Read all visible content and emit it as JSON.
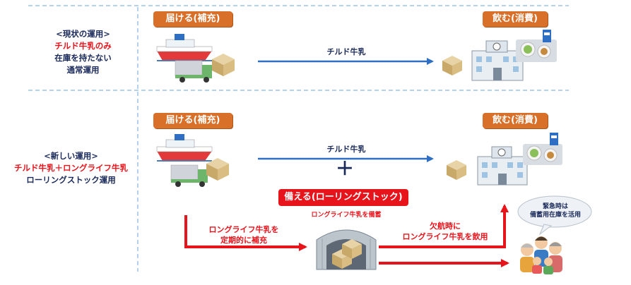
{
  "rows": {
    "current": {
      "line1": "<現状の運用>",
      "line2": "チルド牛乳のみ",
      "line3": "在庫を持たない",
      "line4": "通常運用"
    },
    "new": {
      "line1": "<新しい運用>",
      "line2": "チルド牛乳＋ロングライフ牛乳",
      "line3": "ローリングストック運用"
    }
  },
  "badges": {
    "deliver_top": "届ける(補充)",
    "drink_top": "飲む(消費)",
    "deliver_bottom": "届ける(補充)",
    "drink_bottom": "飲む(消費)",
    "stock": "備える(ローリングストック)"
  },
  "flows": {
    "chilled_top": "チルド牛乳",
    "chilled_bottom": "チルド牛乳",
    "plus": "＋",
    "warehouse_caption": "ロングライフ牛乳を備蓄",
    "refill_line1": "ロングライフ牛乳を",
    "refill_line2": "定期的に補充",
    "outage_line1": "欠航時に",
    "outage_line2": "ロングライフ牛乳を飲用",
    "bubble_line1": "緊急時は",
    "bubble_line2": "備蓄用在庫を活用"
  },
  "colors": {
    "orange": "#d9702a",
    "red": "#e8141c",
    "blue": "#2e6fc4",
    "navy": "#1a2a5a",
    "divider": "#9dc3e6"
  },
  "icons": [
    "ship-icon",
    "truck-icon",
    "box-icon",
    "school-icon",
    "meal-icon",
    "warehouse-icon",
    "people-icon"
  ]
}
